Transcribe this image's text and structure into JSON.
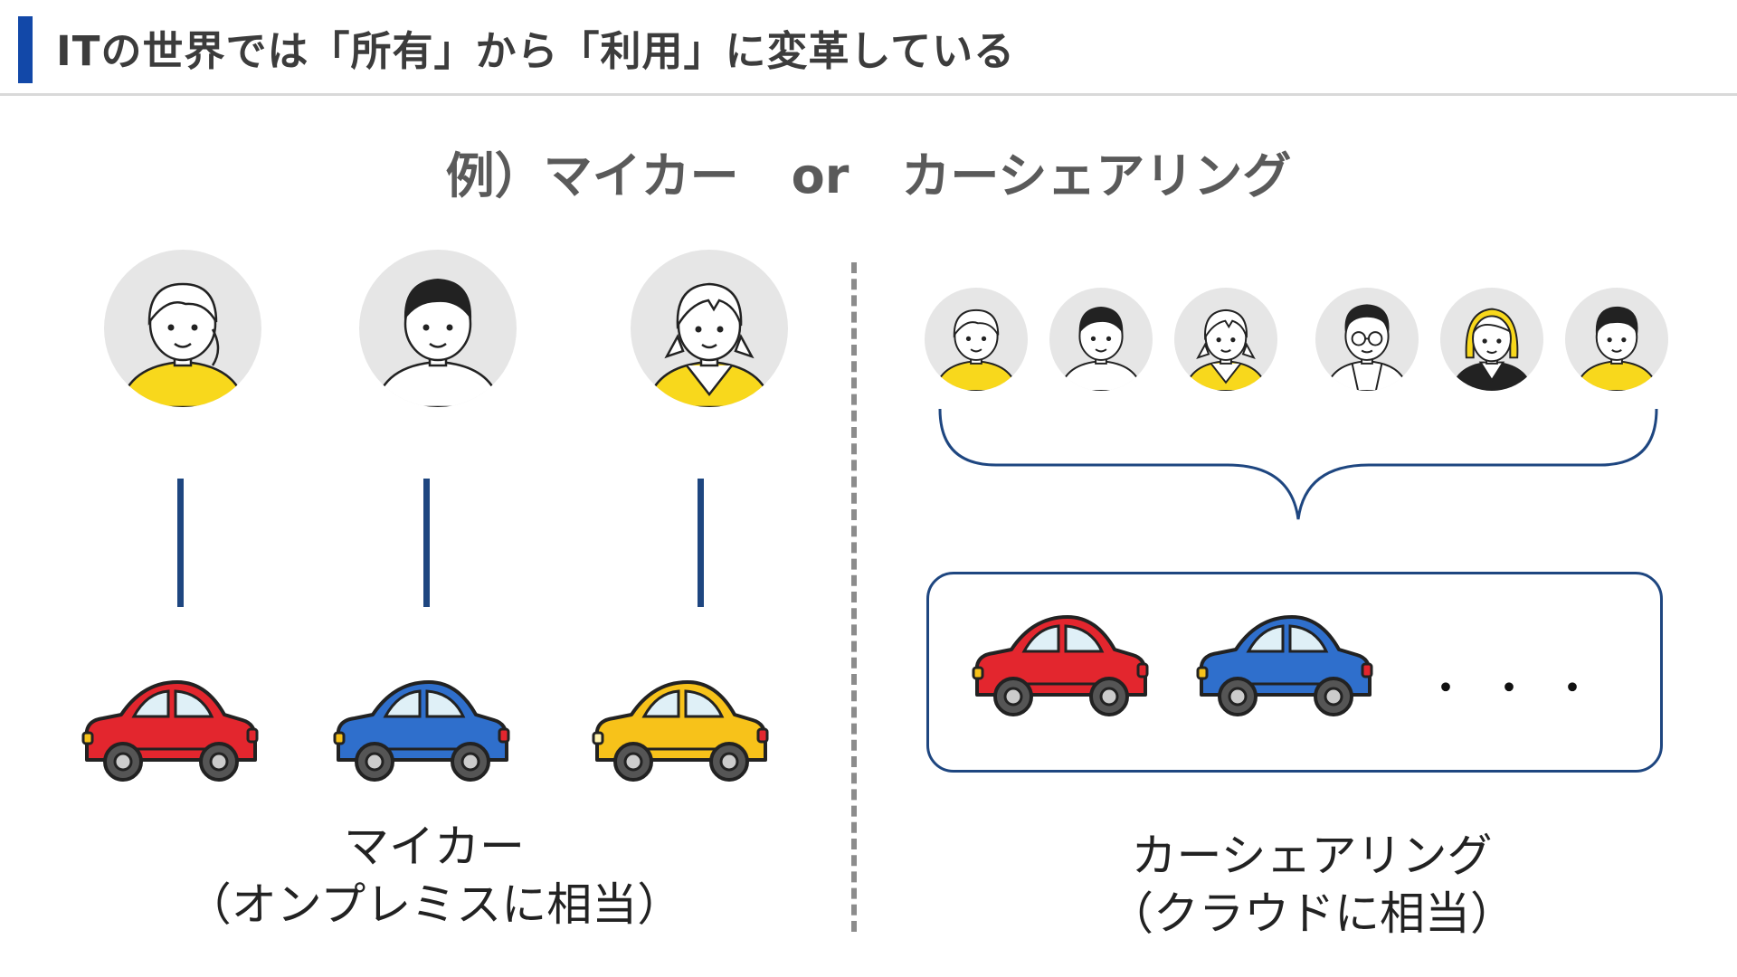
{
  "header": {
    "title": "ITの世界では「所有」から「利用」に変革している"
  },
  "example": {
    "prefix": "例）マイカー",
    "or": "or",
    "suffix": "カーシェアリング"
  },
  "left": {
    "caption_line1": "マイカー",
    "caption_line2": "（オンプレミスに相当）"
  },
  "right": {
    "caption_line1": "カーシェアリング",
    "caption_line2": "（クラウドに相当）",
    "more": "・・・"
  },
  "colors": {
    "accent": "#1248a8",
    "line": "#1e4680",
    "car_red": "#e3262e",
    "car_blue": "#2f6fcc",
    "car_yellow": "#f7c21a",
    "shirt_yellow": "#f8d81c",
    "avatar_bg": "#e6e6e6"
  },
  "icons": {
    "person": "person-avatar-icon",
    "car": "car-icon",
    "brace": "curly-brace-icon"
  }
}
